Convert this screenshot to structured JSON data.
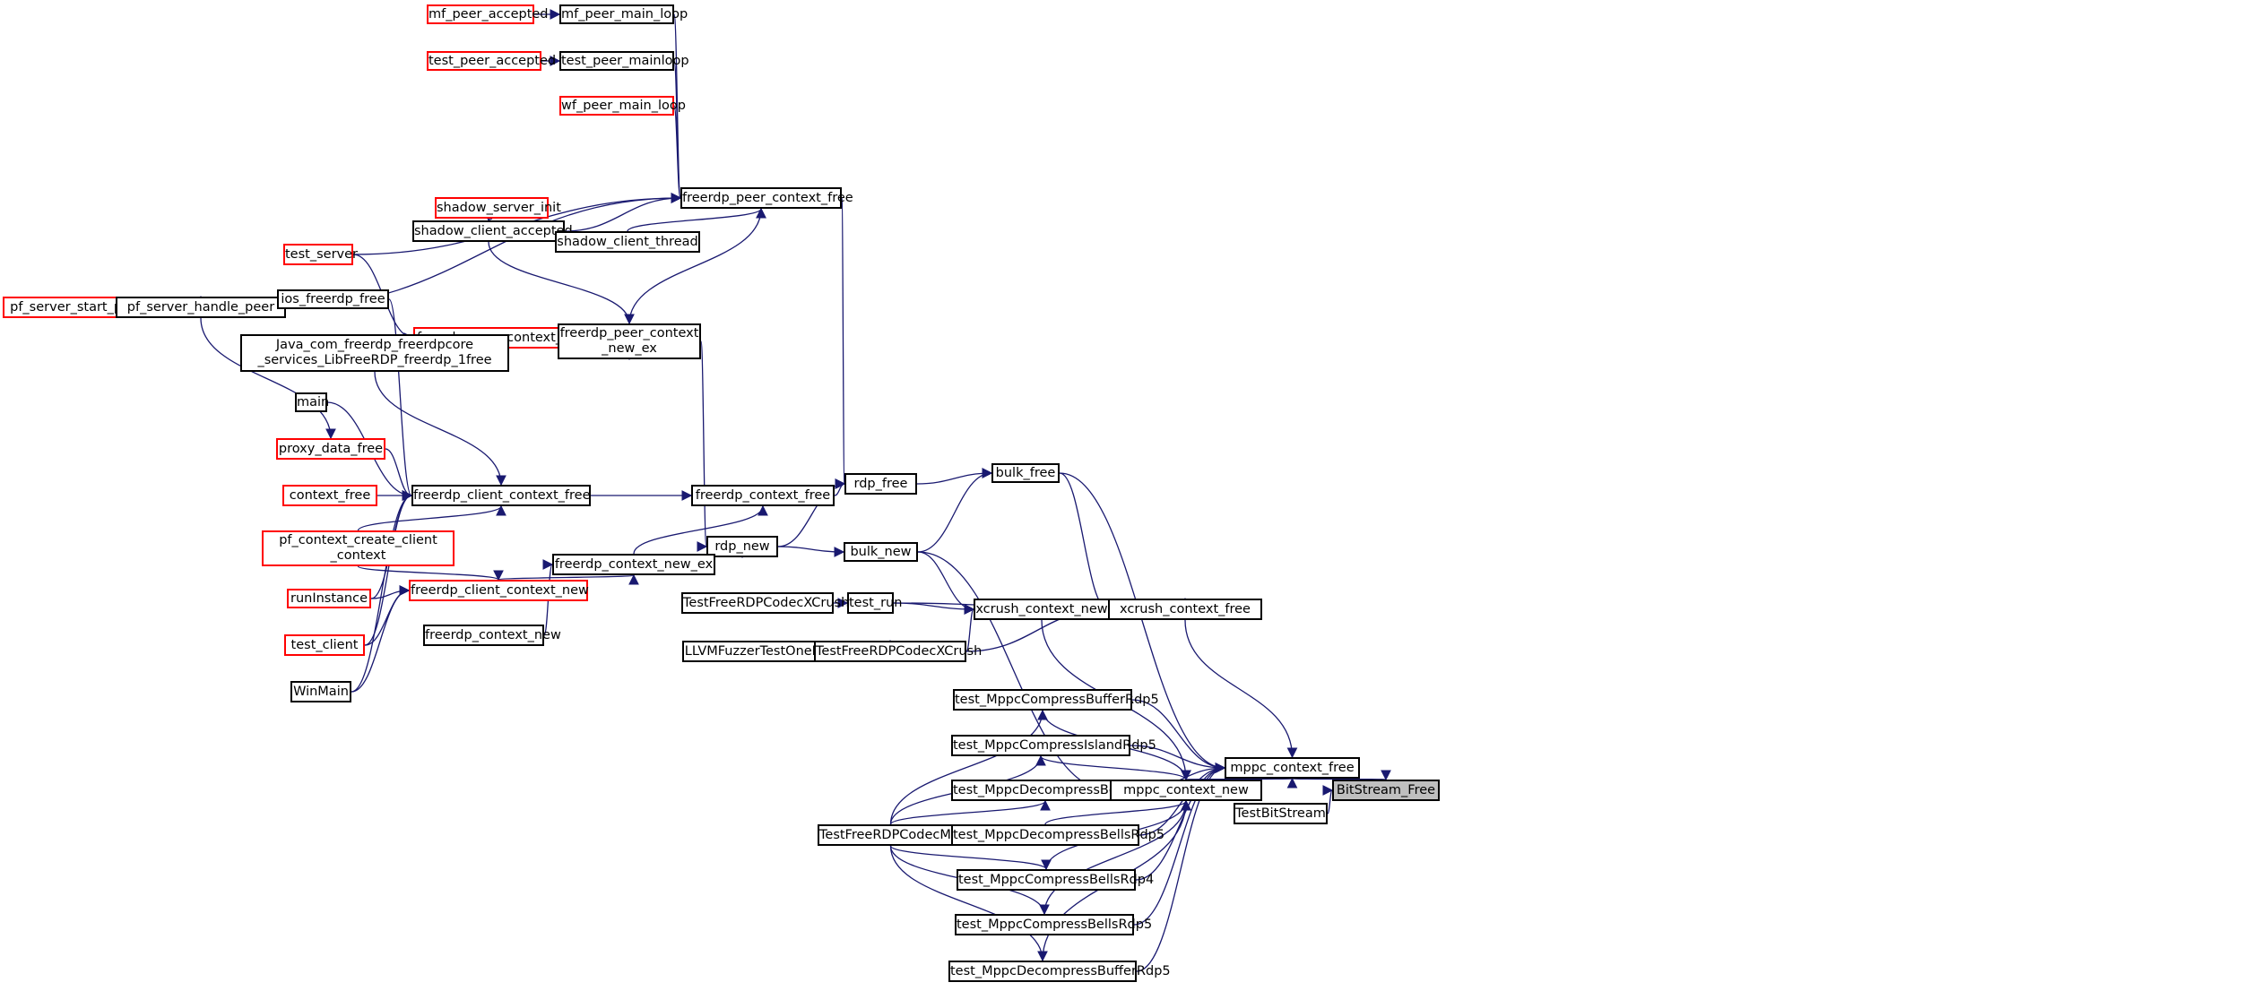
{
  "colors": {
    "edge": "#191970",
    "border_black": "#000000",
    "border_red": "#ff0000",
    "focus_fill": "#bfbfbf"
  },
  "nodes": [
    {
      "id": "mf_peer_accepted",
      "label": "mf_peer_accepted",
      "style": "red"
    },
    {
      "id": "mf_peer_main_loop",
      "label": "mf_peer_main_loop",
      "style": "black"
    },
    {
      "id": "test_peer_accepted",
      "label": "test_peer_accepted",
      "style": "red"
    },
    {
      "id": "test_peer_mainloop",
      "label": "test_peer_mainloop",
      "style": "black"
    },
    {
      "id": "wf_peer_main_loop",
      "label": "wf_peer_main_loop",
      "style": "red"
    },
    {
      "id": "freerdp_peer_context_free",
      "label": "freerdp_peer_context_free",
      "style": "black"
    },
    {
      "id": "shadow_server_init",
      "label": "shadow_server_init",
      "style": "red"
    },
    {
      "id": "shadow_client_accepted",
      "label": "shadow_client_accepted",
      "style": "black"
    },
    {
      "id": "shadow_client_thread",
      "label": "shadow_client_thread",
      "style": "black"
    },
    {
      "id": "test_server",
      "label": "test_server",
      "style": "red"
    },
    {
      "id": "pf_server_start_peer",
      "label": "pf_server_start_peer",
      "style": "red"
    },
    {
      "id": "pf_server_handle_peer",
      "label": "pf_server_handle_peer",
      "style": "black"
    },
    {
      "id": "ios_freerdp_free",
      "label": "ios_freerdp_free",
      "style": "black"
    },
    {
      "id": "freerdp_peer_context_new",
      "label": "freerdp_peer_context_new",
      "style": "red"
    },
    {
      "id": "freerdp_peer_context_new_ex",
      "label": "freerdp_peer_context\n_new_ex",
      "style": "black"
    },
    {
      "id": "java_libfreerdp",
      "label": "Java_com_freerdp_freerdpcore\n_services_LibFreeRDP_freerdp_1free",
      "style": "black"
    },
    {
      "id": "main",
      "label": "main",
      "style": "black"
    },
    {
      "id": "proxy_data_free",
      "label": "proxy_data_free",
      "style": "red"
    },
    {
      "id": "context_free",
      "label": "context_free",
      "style": "red"
    },
    {
      "id": "freerdp_client_context_free",
      "label": "freerdp_client_context_free",
      "style": "black"
    },
    {
      "id": "freerdp_context_free",
      "label": "freerdp_context_free",
      "style": "black"
    },
    {
      "id": "rdp_free",
      "label": "rdp_free",
      "style": "black"
    },
    {
      "id": "bulk_free",
      "label": "bulk_free",
      "style": "black"
    },
    {
      "id": "pf_context_create_client_context",
      "label": "pf_context_create_client\n_context",
      "style": "red"
    },
    {
      "id": "rdp_new",
      "label": "rdp_new",
      "style": "black"
    },
    {
      "id": "bulk_new",
      "label": "bulk_new",
      "style": "black"
    },
    {
      "id": "freerdp_context_new_ex",
      "label": "freerdp_context_new_ex",
      "style": "black"
    },
    {
      "id": "runInstance",
      "label": "runInstance",
      "style": "red"
    },
    {
      "id": "freerdp_client_context_new",
      "label": "freerdp_client_context_new",
      "style": "red"
    },
    {
      "id": "TestFreeRDPCodecXCrush_caller",
      "label": "TestFreeRDPCodecXCrush",
      "style": "black"
    },
    {
      "id": "test_run",
      "label": "test_run",
      "style": "black"
    },
    {
      "id": "xcrush_context_new",
      "label": "xcrush_context_new",
      "style": "black"
    },
    {
      "id": "xcrush_context_free",
      "label": "xcrush_context_free",
      "style": "black"
    },
    {
      "id": "test_client",
      "label": "test_client",
      "style": "red"
    },
    {
      "id": "freerdp_context_new",
      "label": "freerdp_context_new",
      "style": "black"
    },
    {
      "id": "LLVMFuzzerTestOneInput",
      "label": "LLVMFuzzerTestOneInput",
      "style": "black"
    },
    {
      "id": "TestFreeRDPCodecXCrush",
      "label": "TestFreeRDPCodecXCrush",
      "style": "black"
    },
    {
      "id": "WinMain",
      "label": "WinMain",
      "style": "black"
    },
    {
      "id": "test_MppcCompressBufferRdp5",
      "label": "test_MppcCompressBufferRdp5",
      "style": "black"
    },
    {
      "id": "test_MppcCompressIslandRdp5",
      "label": "test_MppcCompressIslandRdp5",
      "style": "black"
    },
    {
      "id": "mppc_context_free",
      "label": "mppc_context_free",
      "style": "black"
    },
    {
      "id": "test_MppcDecompressBellsRdp4",
      "label": "test_MppcDecompressBellsRdp4",
      "style": "black"
    },
    {
      "id": "mppc_context_new",
      "label": "mppc_context_new",
      "style": "black"
    },
    {
      "id": "BitStream_Free",
      "label": "BitStream_Free",
      "style": "focus"
    },
    {
      "id": "TestBitStream",
      "label": "TestBitStream",
      "style": "black"
    },
    {
      "id": "TestFreeRDPCodecMppc",
      "label": "TestFreeRDPCodecMppc",
      "style": "black"
    },
    {
      "id": "test_MppcDecompressBellsRdp5",
      "label": "test_MppcDecompressBellsRdp5",
      "style": "black"
    },
    {
      "id": "test_MppcCompressBellsRdp4",
      "label": "test_MppcCompressBellsRdp4",
      "style": "black"
    },
    {
      "id": "test_MppcCompressBellsRdp5",
      "label": "test_MppcCompressBellsRdp5",
      "style": "black"
    },
    {
      "id": "test_MppcDecompressBufferRdp5",
      "label": "test_MppcDecompressBufferRdp5",
      "style": "black"
    }
  ],
  "edges": [
    {
      "from": "mf_peer_accepted",
      "to": "mf_peer_main_loop"
    },
    {
      "from": "test_peer_accepted",
      "to": "test_peer_mainloop"
    },
    {
      "from": "mf_peer_main_loop",
      "to": "freerdp_peer_context_free"
    },
    {
      "from": "test_peer_mainloop",
      "to": "freerdp_peer_context_free"
    },
    {
      "from": "wf_peer_main_loop",
      "to": "freerdp_peer_context_free"
    },
    {
      "from": "pf_server_handle_peer",
      "to": "freerdp_peer_context_free"
    },
    {
      "from": "shadow_client_accepted",
      "to": "freerdp_peer_context_free"
    },
    {
      "from": "shadow_client_thread",
      "to": "freerdp_peer_context_free"
    },
    {
      "from": "test_server",
      "to": "freerdp_peer_context_free"
    },
    {
      "from": "freerdp_peer_context_new_ex",
      "to": "freerdp_peer_context_free"
    },
    {
      "from": "shadow_server_init",
      "to": "shadow_client_accepted"
    },
    {
      "from": "shadow_client_accepted",
      "to": "shadow_client_thread"
    },
    {
      "from": "shadow_client_accepted",
      "to": "freerdp_peer_context_new_ex"
    },
    {
      "from": "test_server",
      "to": "freerdp_peer_context_new"
    },
    {
      "from": "freerdp_peer_context_new",
      "to": "freerdp_peer_context_new_ex"
    },
    {
      "from": "pf_server_start_peer",
      "to": "pf_server_handle_peer"
    },
    {
      "from": "pf_server_handle_peer",
      "to": "proxy_data_free"
    },
    {
      "from": "ios_freerdp_free",
      "to": "freerdp_client_context_free"
    },
    {
      "from": "java_libfreerdp",
      "to": "freerdp_client_context_free"
    },
    {
      "from": "main",
      "to": "freerdp_client_context_free"
    },
    {
      "from": "proxy_data_free",
      "to": "freerdp_client_context_free"
    },
    {
      "from": "context_free",
      "to": "freerdp_client_context_free"
    },
    {
      "from": "pf_context_create_client_context",
      "to": "freerdp_client_context_free"
    },
    {
      "from": "runInstance",
      "to": "freerdp_client_context_free"
    },
    {
      "from": "test_client",
      "to": "freerdp_client_context_free"
    },
    {
      "from": "WinMain",
      "to": "freerdp_client_context_free"
    },
    {
      "from": "pf_context_create_client_context",
      "to": "freerdp_client_context_new"
    },
    {
      "from": "runInstance",
      "to": "freerdp_client_context_new"
    },
    {
      "from": "test_client",
      "to": "freerdp_client_context_new"
    },
    {
      "from": "WinMain",
      "to": "freerdp_client_context_new"
    },
    {
      "from": "freerdp_client_context_free",
      "to": "freerdp_context_free"
    },
    {
      "from": "freerdp_client_context_new",
      "to": "freerdp_context_new_ex"
    },
    {
      "from": "freerdp_context_new",
      "to": "freerdp_context_new_ex"
    },
    {
      "from": "freerdp_context_new_ex",
      "to": "freerdp_context_free"
    },
    {
      "from": "freerdp_context_new_ex",
      "to": "rdp_new"
    },
    {
      "from": "freerdp_peer_context_new_ex",
      "to": "rdp_new"
    },
    {
      "from": "freerdp_peer_context_free",
      "to": "rdp_free"
    },
    {
      "from": "freerdp_context_free",
      "to": "rdp_free"
    },
    {
      "from": "rdp_new",
      "to": "rdp_free"
    },
    {
      "from": "rdp_new",
      "to": "bulk_new"
    },
    {
      "from": "rdp_free",
      "to": "bulk_free"
    },
    {
      "from": "bulk_new",
      "to": "bulk_free"
    },
    {
      "from": "bulk_new",
      "to": "xcrush_context_new"
    },
    {
      "from": "bulk_new",
      "to": "mppc_context_new"
    },
    {
      "from": "TestFreeRDPCodecXCrush_caller",
      "to": "test_run"
    },
    {
      "from": "test_run",
      "to": "xcrush_context_new"
    },
    {
      "from": "test_run",
      "to": "xcrush_context_free"
    },
    {
      "from": "LLVMFuzzerTestOneInput",
      "to": "TestFreeRDPCodecXCrush"
    },
    {
      "from": "TestFreeRDPCodecXCrush",
      "to": "xcrush_context_new"
    },
    {
      "from": "TestFreeRDPCodecXCrush",
      "to": "xcrush_context_free"
    },
    {
      "from": "xcrush_context_new",
      "to": "xcrush_context_free"
    },
    {
      "from": "xcrush_context_new",
      "to": "mppc_context_new"
    },
    {
      "from": "bulk_free",
      "to": "xcrush_context_free"
    },
    {
      "from": "bulk_free",
      "to": "mppc_context_free"
    },
    {
      "from": "xcrush_context_free",
      "to": "mppc_context_free"
    },
    {
      "from": "TestFreeRDPCodecMppc",
      "to": "test_MppcCompressBufferRdp5"
    },
    {
      "from": "TestFreeRDPCodecMppc",
      "to": "test_MppcCompressIslandRdp5"
    },
    {
      "from": "TestFreeRDPCodecMppc",
      "to": "test_MppcDecompressBellsRdp4"
    },
    {
      "from": "TestFreeRDPCodecMppc",
      "to": "test_MppcDecompressBellsRdp5"
    },
    {
      "from": "TestFreeRDPCodecMppc",
      "to": "test_MppcCompressBellsRdp4"
    },
    {
      "from": "TestFreeRDPCodecMppc",
      "to": "test_MppcCompressBellsRdp5"
    },
    {
      "from": "TestFreeRDPCodecMppc",
      "to": "test_MppcDecompressBufferRdp5"
    },
    {
      "from": "test_MppcCompressBufferRdp5",
      "to": "mppc_context_new"
    },
    {
      "from": "test_MppcCompressIslandRdp5",
      "to": "mppc_context_new"
    },
    {
      "from": "test_MppcDecompressBellsRdp4",
      "to": "mppc_context_new"
    },
    {
      "from": "test_MppcDecompressBellsRdp5",
      "to": "mppc_context_new"
    },
    {
      "from": "test_MppcCompressBellsRdp4",
      "to": "mppc_context_new"
    },
    {
      "from": "test_MppcCompressBellsRdp5",
      "to": "mppc_context_new"
    },
    {
      "from": "test_MppcDecompressBufferRdp5",
      "to": "mppc_context_new"
    },
    {
      "from": "test_MppcCompressBufferRdp5",
      "to": "mppc_context_free"
    },
    {
      "from": "test_MppcCompressIslandRdp5",
      "to": "mppc_context_free"
    },
    {
      "from": "test_MppcDecompressBellsRdp4",
      "to": "mppc_context_free"
    },
    {
      "from": "test_MppcDecompressBellsRdp5",
      "to": "mppc_context_free"
    },
    {
      "from": "test_MppcCompressBellsRdp4",
      "to": "mppc_context_free"
    },
    {
      "from": "test_MppcCompressBellsRdp5",
      "to": "mppc_context_free"
    },
    {
      "from": "test_MppcDecompressBufferRdp5",
      "to": "mppc_context_free"
    },
    {
      "from": "mppc_context_new",
      "to": "mppc_context_free"
    },
    {
      "from": "mppc_context_free",
      "to": "BitStream_Free"
    },
    {
      "from": "TestBitStream",
      "to": "BitStream_Free"
    }
  ]
}
